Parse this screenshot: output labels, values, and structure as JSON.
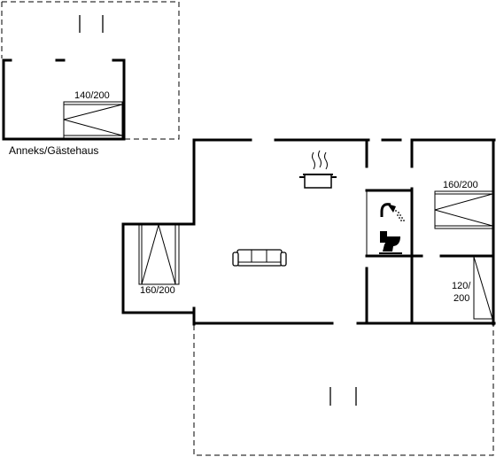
{
  "labels": {
    "annex_name": "Anneks/Gästehaus",
    "annex_bed": "140/200",
    "bedroom_left_bed": "160/200",
    "bedroom_right_bed": "160/200",
    "bedroom_right_small_bed_line1": "120/",
    "bedroom_right_small_bed_line2": "200"
  },
  "icons": {
    "kitchen": "cooking-pot-icon",
    "living": "sofa-icon",
    "bath_shower": "shower-icon",
    "bath_toilet": "toilet-icon"
  }
}
